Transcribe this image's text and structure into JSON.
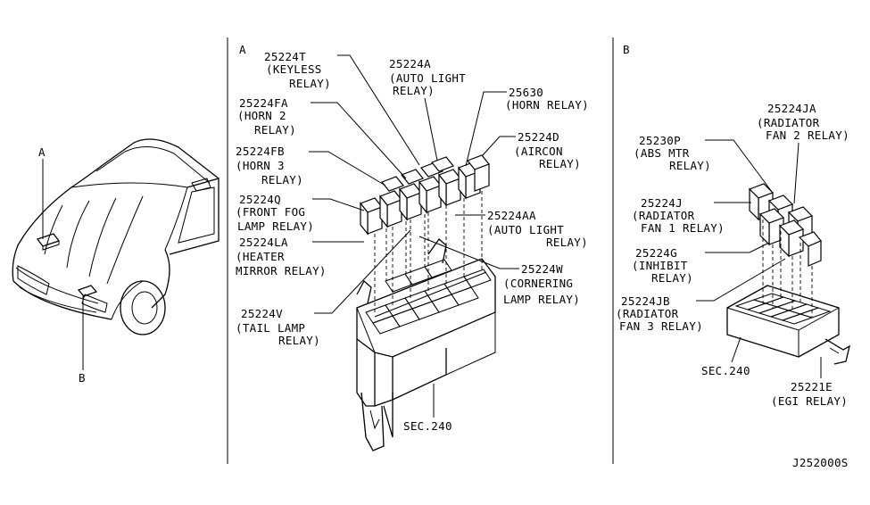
{
  "panel_a": {
    "letter": "A",
    "labels": {
      "p25224T": [
        "25224T",
        "(KEYLESS",
        "RELAY)"
      ],
      "p25224A": [
        "25224A",
        "(AUTO LIGHT",
        "RELAY)"
      ],
      "p25630": [
        "25630",
        "(HORN RELAY)"
      ],
      "p25224FA": [
        "25224FA",
        "(HORN 2",
        "RELAY)"
      ],
      "p25224D": [
        "25224D",
        "(AIRCON",
        "RELAY)"
      ],
      "p25224FB": [
        "25224FB",
        "(HORN 3",
        "RELAY)"
      ],
      "p25224Q": [
        "25224Q",
        "(FRONT FOG",
        "LAMP RELAY)"
      ],
      "p25224AA": [
        "25224AA",
        "(AUTO LIGHT",
        "RELAY)"
      ],
      "p25224LA": [
        "25224LA",
        "(HEATER",
        "MIRROR RELAY)"
      ],
      "p25224W": [
        "25224W",
        "(CORNERING",
        "LAMP  RELAY)"
      ],
      "p25224V": [
        "25224V",
        "(TAIL LAMP",
        "RELAY)"
      ],
      "sec": "SEC.240"
    }
  },
  "panel_b": {
    "letter": "B",
    "labels": {
      "p25224JA": [
        "25224JA",
        "(RADIATOR",
        "FAN 2 RELAY)"
      ],
      "p25230P": [
        "25230P",
        "(ABS MTR",
        "RELAY)"
      ],
      "p25224J": [
        "25224J",
        "(RADIATOR",
        "FAN 1 RELAY)"
      ],
      "p25224G": [
        "25224G",
        "(INHIBIT",
        "RELAY)"
      ],
      "p25224JB": [
        "25224JB",
        "(RADIATOR",
        "FAN 3 RELAY)"
      ],
      "sec": "SEC.240",
      "p25221E": [
        "25221E",
        "(EGI RELAY)"
      ]
    }
  },
  "car": {
    "callout_a": "A",
    "callout_b": "B"
  },
  "diagram_code": "J252000S"
}
